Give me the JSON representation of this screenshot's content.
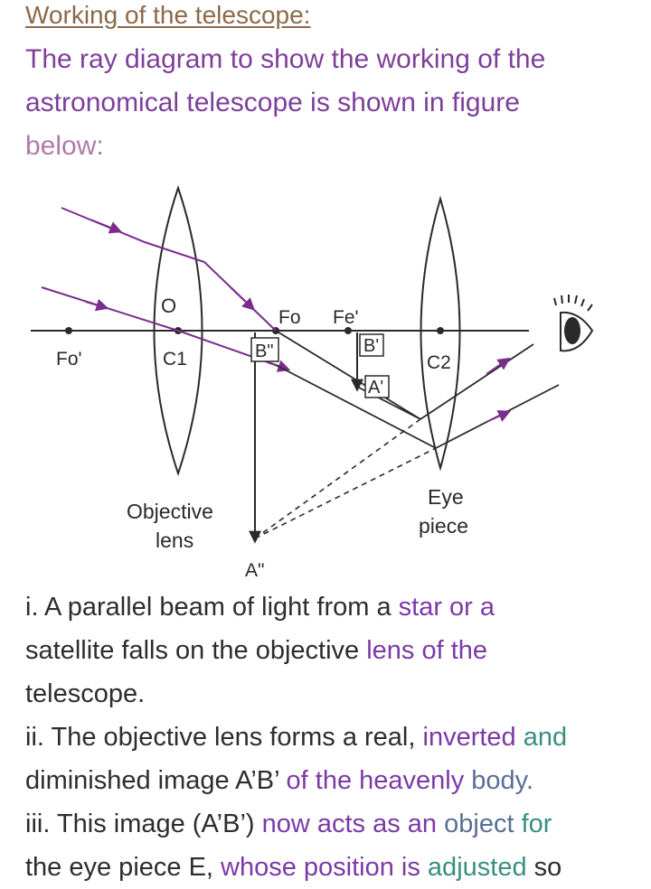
{
  "heading": "Working of the telescope:",
  "intro": {
    "part1": "The ray diagram to show the working of the",
    "part2": "astronomical telescope is shown in figure",
    "part3": "below:"
  },
  "diagram": {
    "labels": {
      "o": "O",
      "fo_prime": "Fo'",
      "c1": "C1",
      "fo": "Fo",
      "fe_prime": "Fe'",
      "b_double": "B\"",
      "b_prime": "B'",
      "a_prime": "A'",
      "c2": "C2",
      "objective_line1": "Objective",
      "objective_line2": "lens",
      "eye_line1": "Eye",
      "eye_line2": "piece",
      "a_double": "A\""
    }
  },
  "points": {
    "p1_a": "i. A parallel beam of light from a ",
    "p1_b": "star or a",
    "p1_c": "satellite falls on the objective ",
    "p1_d": "lens of the",
    "p1_e": "telescope.",
    "p2_a": "ii. The objective lens forms a real, ",
    "p2_b": "inverted",
    "p2_c": " and",
    "p2_d": "diminished image A’B’ ",
    "p2_e": "of the heavenly",
    "p2_f": " body.",
    "p3_a": "iii. This image (A’B’) ",
    "p3_b": "now acts as an",
    "p3_c": " object",
    "p3_d": " for",
    "p3_e": "the eye piece E, ",
    "p3_f": "whose position is",
    "p3_g": " adjusted",
    "p3_h": " so"
  }
}
